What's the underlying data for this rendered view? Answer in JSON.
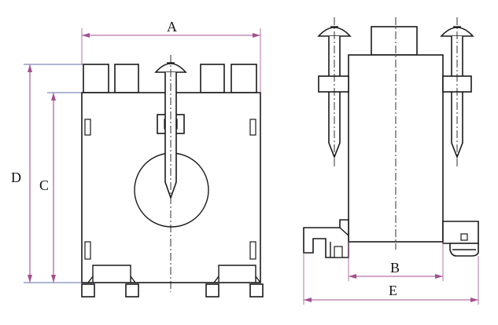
{
  "diagram": {
    "dimension_labels": {
      "a": "A",
      "b": "B",
      "c": "C",
      "d": "D",
      "e": "E"
    },
    "colors": {
      "line": "#1a1a1a",
      "dimension": "#a2508f",
      "extension_blue": "#2d3d8a",
      "background": "#ffffff"
    }
  }
}
